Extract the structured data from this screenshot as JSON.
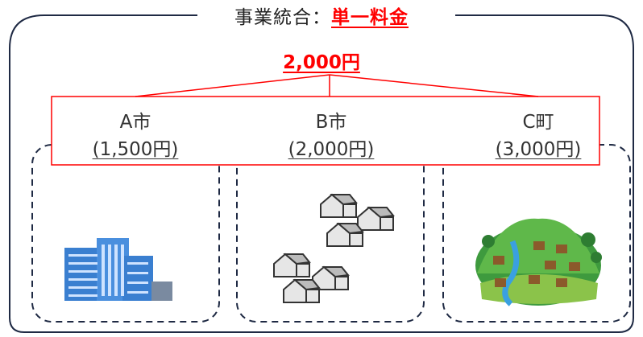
{
  "title": {
    "prefix": "事業統合：",
    "highlight": "単一料金"
  },
  "unified_fee": "2,000円",
  "cities": [
    {
      "name": "A市",
      "price": "(1,500円)",
      "illustration": "city-buildings"
    },
    {
      "name": "B市",
      "price": "(2,000円)",
      "illustration": "scattered-houses"
    },
    {
      "name": "C町",
      "price": "(3,000円)",
      "illustration": "mountain-village"
    }
  ],
  "colors": {
    "accent": "#ff0000",
    "frame": "#1f2a44",
    "building": "#3a7fd0",
    "house": "#dcdcdc",
    "hill": "#4caf50"
  }
}
